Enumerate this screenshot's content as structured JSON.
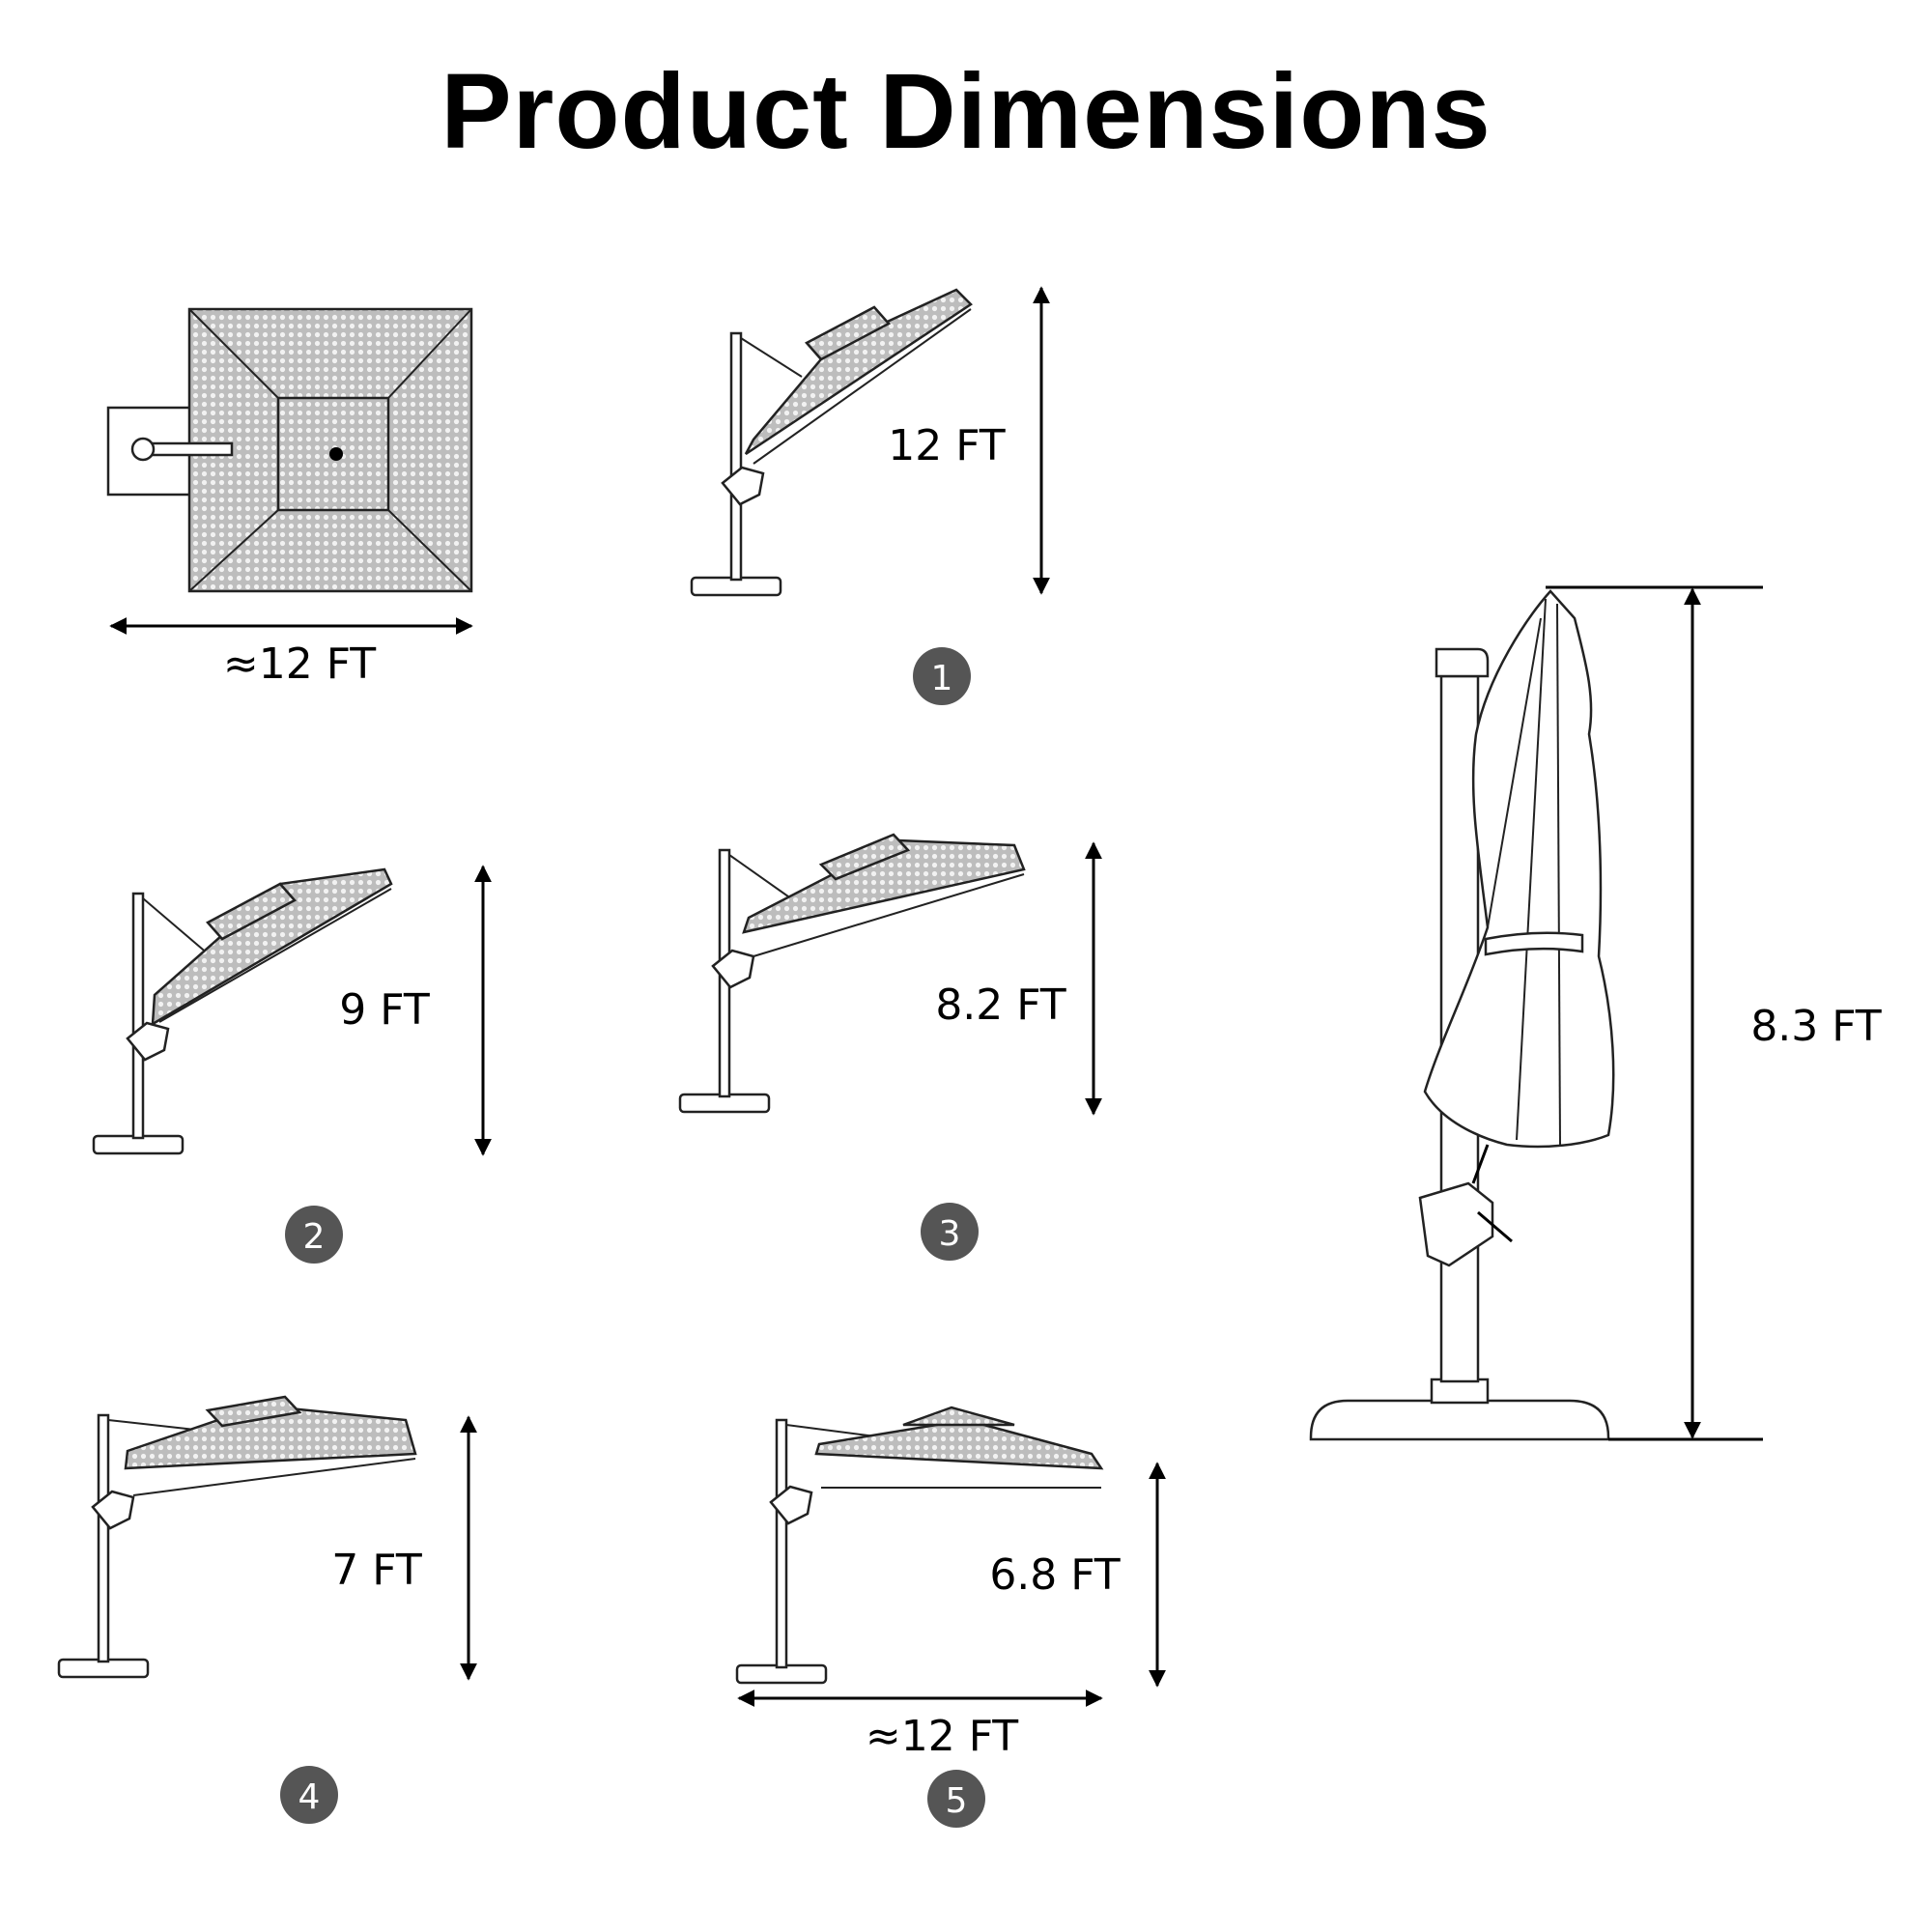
{
  "title": "Product Dimensions",
  "colors": {
    "badge": "#555555",
    "line": "#000000",
    "text": "#000000"
  },
  "top_view": {
    "width_label": "≈12 FT"
  },
  "positions": [
    {
      "badge": "1",
      "height_label": "12 FT"
    },
    {
      "badge": "2",
      "height_label": "9 FT"
    },
    {
      "badge": "3",
      "height_label": "8.2 FT"
    },
    {
      "badge": "4",
      "height_label": "7 FT"
    },
    {
      "badge": "5",
      "height_label": "6.8 FT",
      "width_label": "≈12 FT"
    }
  ],
  "closed_view": {
    "height_label": "8.3 FT"
  }
}
